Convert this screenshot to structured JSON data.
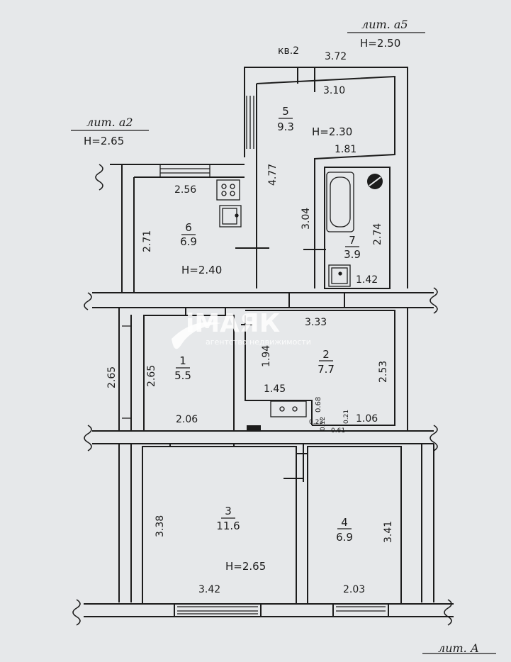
{
  "colors": {
    "paper": "#e6e8ea",
    "ink": "#1c1c1c",
    "watermark": "#ffffff"
  },
  "headers": {
    "lit_a5": "лит. а5",
    "h_a5": "H=2.50",
    "lit_a2": "лит. а2",
    "h_a2": "H=2.65",
    "kv": "кв.2",
    "lit_A": "лит. А"
  },
  "watermark": {
    "logo": "iМАЯК",
    "sub": "агентство недвижимости"
  },
  "rooms": [
    {
      "num": "5",
      "area": "9.3"
    },
    {
      "num": "6",
      "area": "6.9"
    },
    {
      "num": "7",
      "area": "3.9"
    },
    {
      "num": "1",
      "area": "5.5"
    },
    {
      "num": "2",
      "area": "7.7"
    },
    {
      "num": "3",
      "area": "11.6"
    },
    {
      "num": "4",
      "area": "6.9"
    }
  ],
  "heights": {
    "h230": "H=2.30",
    "h240": "H=2.40",
    "h265": "H=2.65"
  },
  "dims": {
    "d372": "3.72",
    "d310": "3.10",
    "d181": "1.81",
    "d477": "4.77",
    "d256": "2.56",
    "d271": "2.71",
    "d304": "3.04",
    "d274": "2.74",
    "d142": "1.42",
    "d333": "3.33",
    "d265a": "2.65",
    "d265b": "2.65",
    "d194": "1.94",
    "d253": "2.53",
    "d145": "1.45",
    "d206": "2.06",
    "d106": "1.06",
    "d068": "0.68",
    "d023": "0.23",
    "d012": "0.12",
    "d021": "0.21",
    "d061": "0.61",
    "d338": "3.38",
    "d341": "3.41",
    "d342": "3.42",
    "d203": "2.03"
  }
}
